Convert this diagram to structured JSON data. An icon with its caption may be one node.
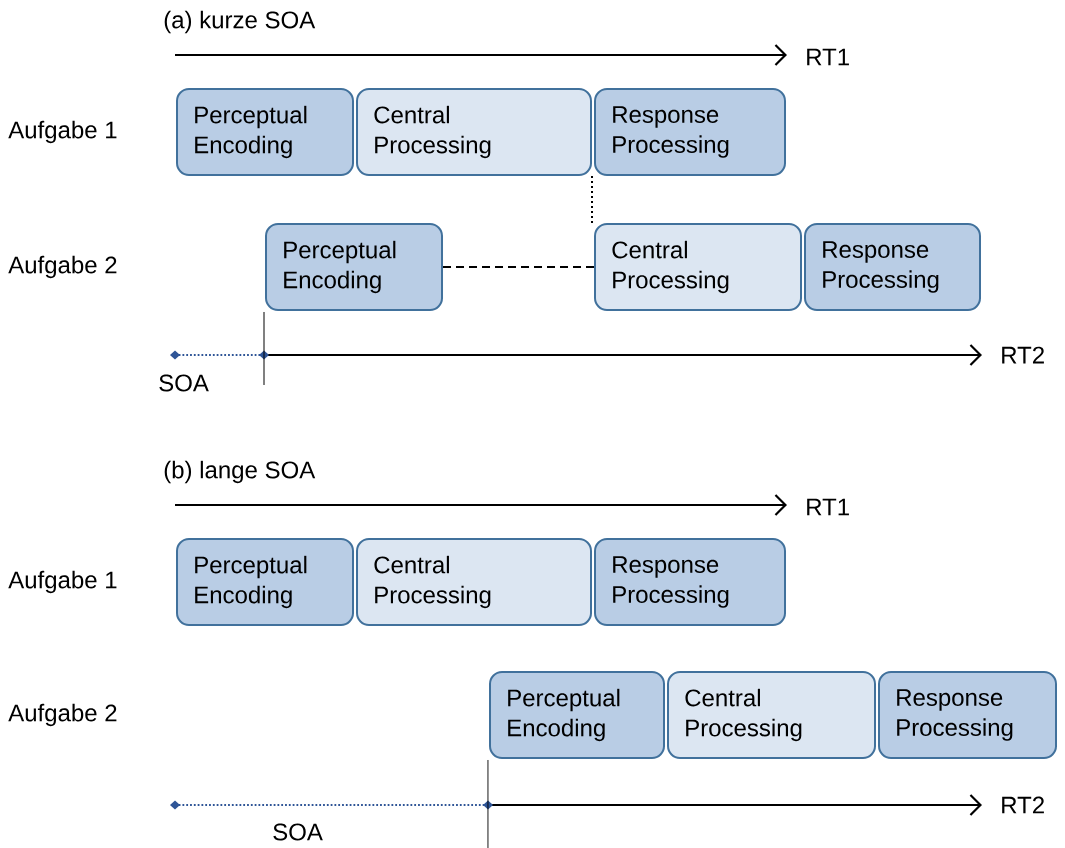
{
  "diagram": {
    "nodes": [
      {
        "text": [
          "Perceptual Encoding"
        ]
      },
      {
        "text": [
          "Central Processing"
        ]
      },
      {
        "text": [
          "Response Processing"
        ]
      },
      {
        "text": [
          "Perceptual Encoding"
        ]
      },
      {
        "text": [
          "Central Processing"
        ]
      },
      {
        "text": [
          "Response Processing"
        ]
      },
      {
        "text": [
          "Perceptual Encoding"
        ]
      },
      {
        "text": [
          "Central Processing"
        ]
      },
      {
        "text": [
          "Response Processing"
        ]
      },
      {
        "text": [
          "Perceptual Encoding"
        ]
      },
      {
        "text": [
          "Central Processing"
        ]
      },
      {
        "text": [
          "Response Processing"
        ]
      }
    ],
    "edges": [
      {
        "from": 3,
        "to": 4,
        "arrow": "none",
        "style": "dashed"
      },
      {
        "from": 1,
        "to": 4,
        "arrow": "none",
        "style": "dashed"
      }
    ],
    "labels": [
      "(a) kurze SOA",
      "RT1",
      "Aufgabe 1",
      "Aufgabe 2",
      "RT2",
      "SOA",
      "(b) lange SOA",
      "RT1",
      "Aufgabe 1",
      "Aufgabe 2",
      "RT2",
      "SOA"
    ]
  }
}
